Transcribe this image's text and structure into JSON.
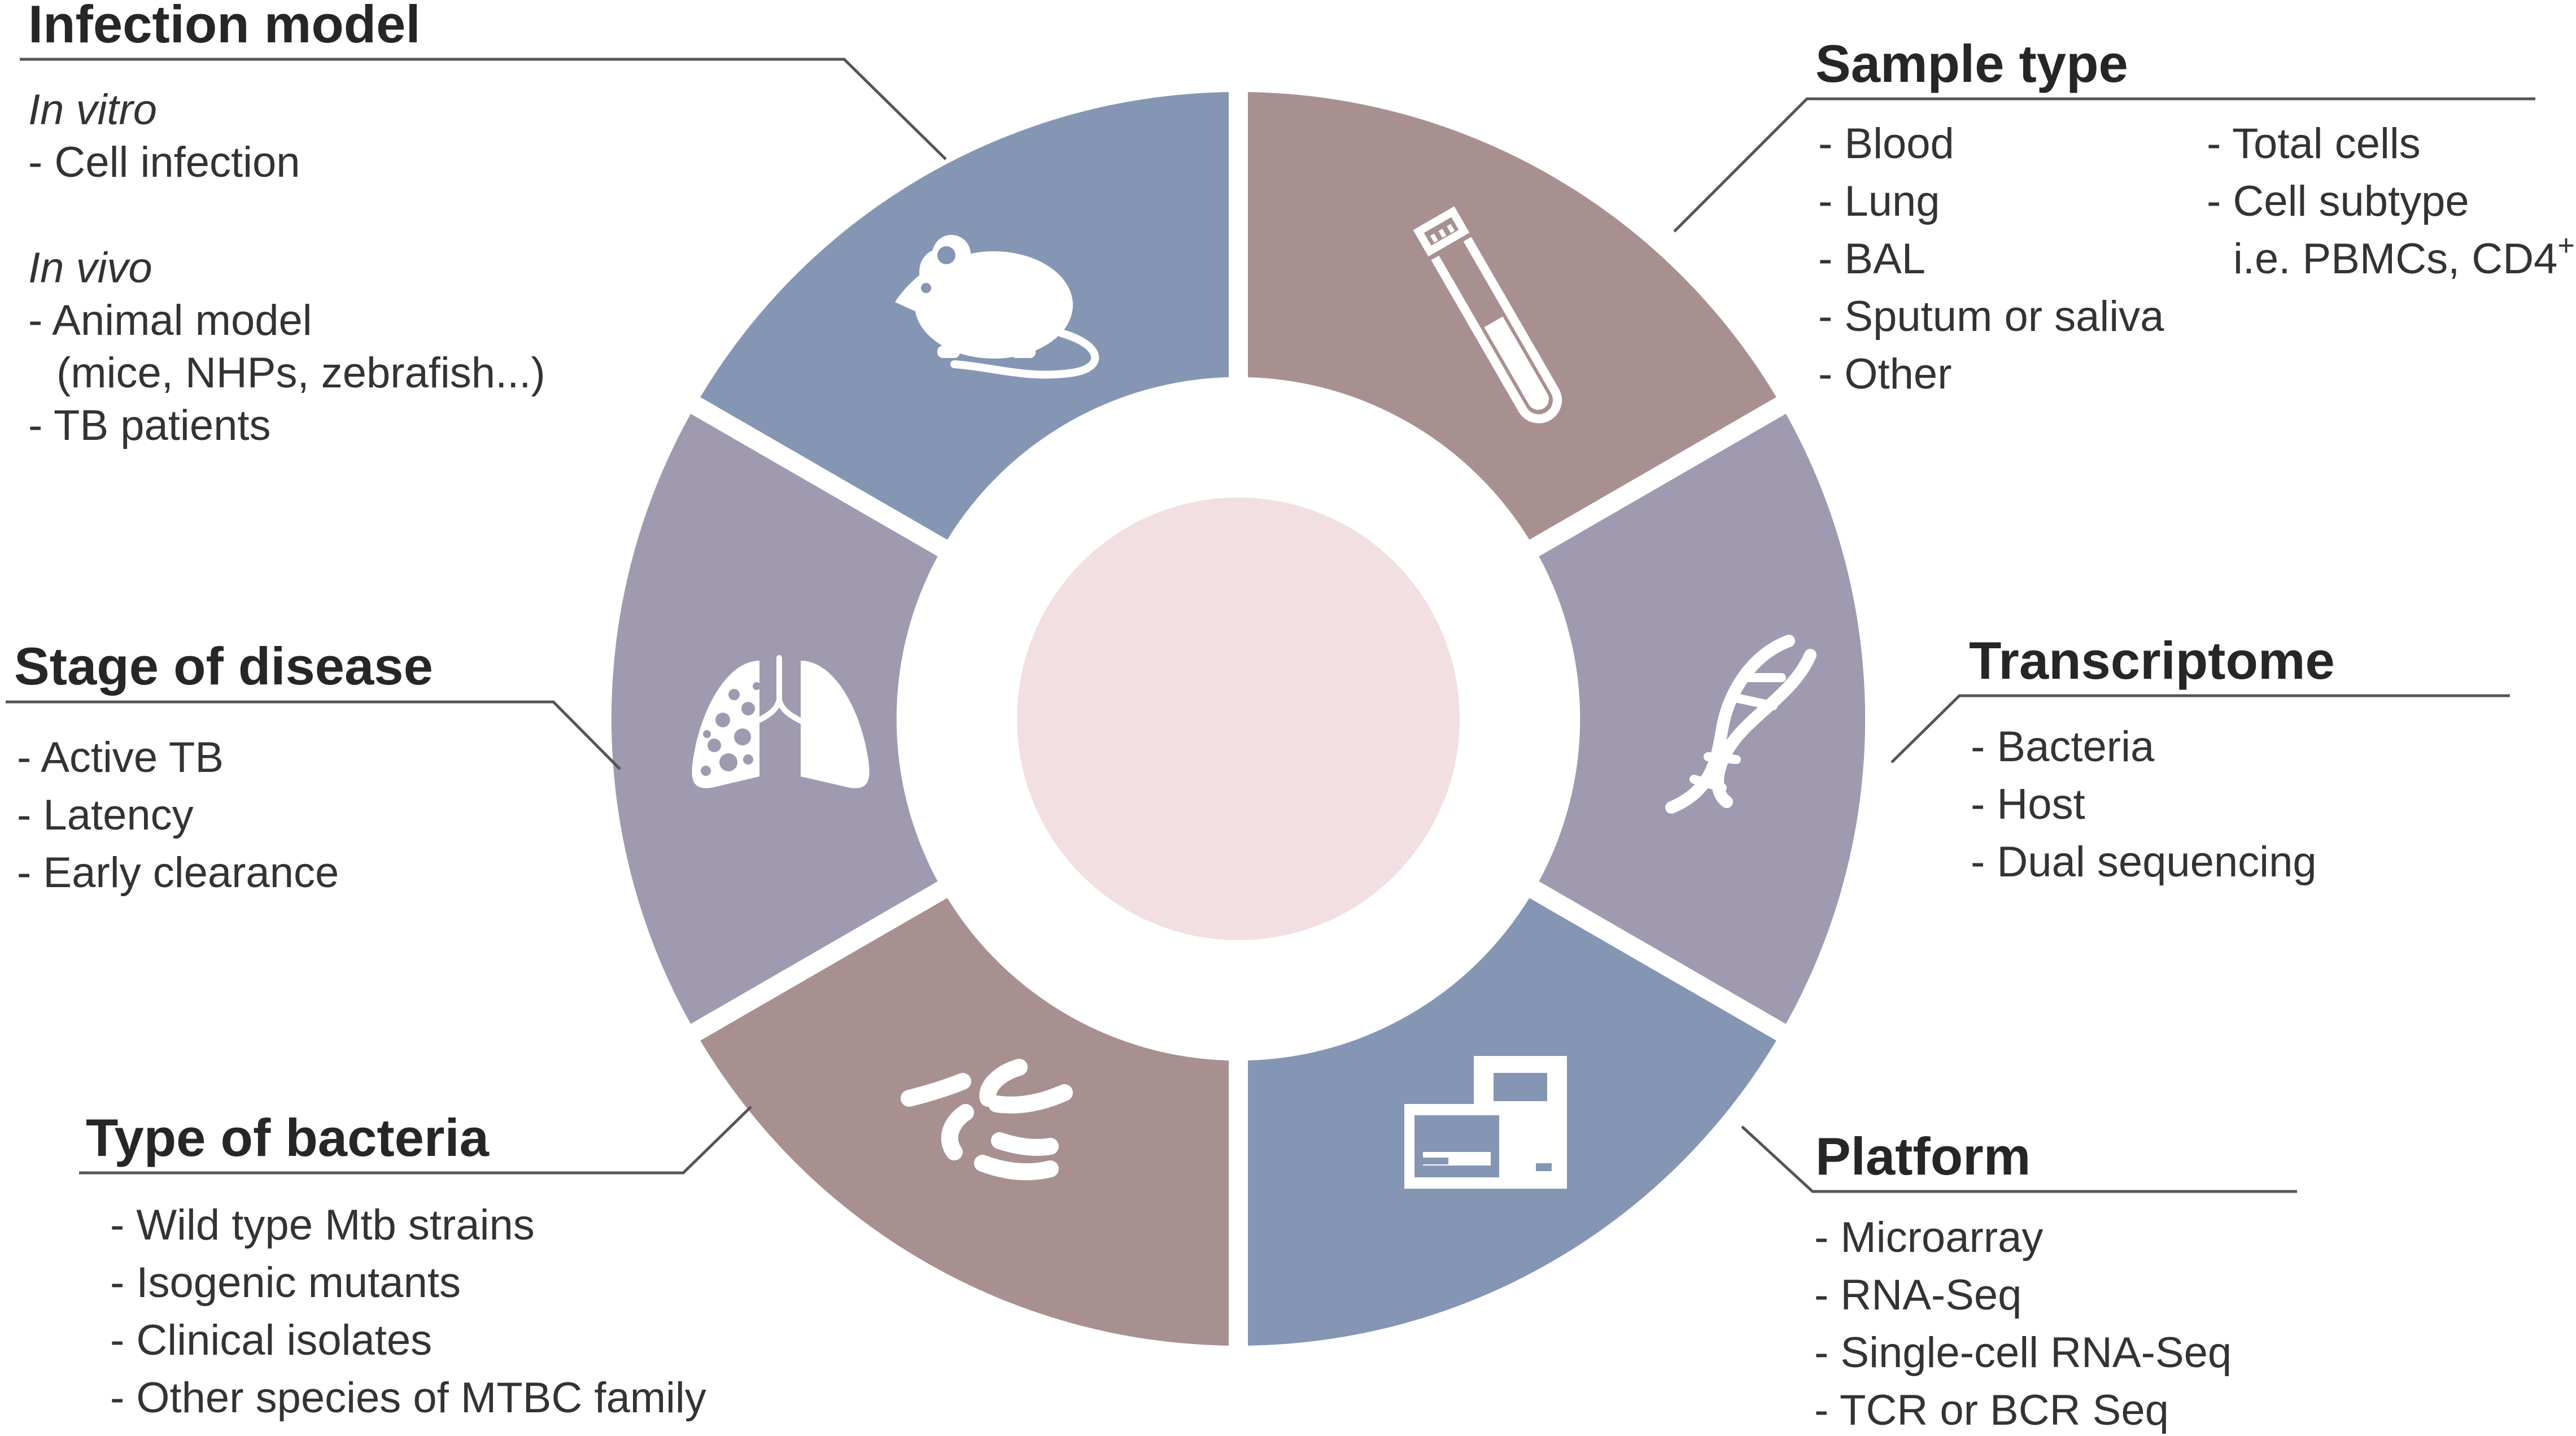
{
  "colors": {
    "blue_segment": "#8496b4",
    "brown_segment": "#a99090",
    "purple_segment": "#9f9ab0",
    "center_circle": "#f2dfe1",
    "icon": "#ffffff",
    "text": "#333333",
    "leader_line": "#555555"
  },
  "segments": [
    {
      "name": "infection-model",
      "color": "blue",
      "icon": "mouse-icon"
    },
    {
      "name": "sample-type",
      "color": "brown",
      "icon": "test-tube-icon"
    },
    {
      "name": "transcriptome",
      "color": "purple",
      "icon": "dna-icon"
    },
    {
      "name": "platform",
      "color": "blue",
      "icon": "sequencer-icon"
    },
    {
      "name": "type-of-bacteria",
      "color": "brown",
      "icon": "bacteria-icon"
    },
    {
      "name": "stage-of-disease",
      "color": "purple",
      "icon": "lungs-icon"
    }
  ],
  "infection_model": {
    "title": "Infection model",
    "in_vitro": "In vitro",
    "cell_infection": "- Cell infection",
    "in_vivo": "In vivo",
    "animal_model": "- Animal model",
    "animal_examples": "(mice, NHPs, zebrafish...)",
    "tb_patients": "- TB patients"
  },
  "sample_type": {
    "title": "Sample type",
    "col1": [
      "- Blood",
      "- Lung",
      "- BAL",
      "- Sputum or saliva",
      "- Other"
    ],
    "total_cells": "- Total cells",
    "cell_subtype": "- Cell subtype",
    "subtype_example": "i.e. PBMCs, CD4",
    "subtype_superscript": "+"
  },
  "transcriptome": {
    "title": "Transcriptome",
    "items": [
      "- Bacteria",
      "- Host",
      "- Dual sequencing"
    ]
  },
  "stage_of_disease": {
    "title": "Stage of disease",
    "items": [
      "- Active TB",
      "- Latency",
      "- Early clearance"
    ]
  },
  "type_of_bacteria": {
    "title": "Type of bacteria",
    "items": [
      "- Wild type Mtb strains",
      "- Isogenic mutants",
      "- Clinical isolates",
      "- Other species of MTBC family"
    ]
  },
  "platform": {
    "title": "Platform",
    "items": [
      "- Microarray",
      "- RNA-Seq",
      "- Single-cell RNA-Seq",
      "- TCR or BCR Seq"
    ]
  }
}
